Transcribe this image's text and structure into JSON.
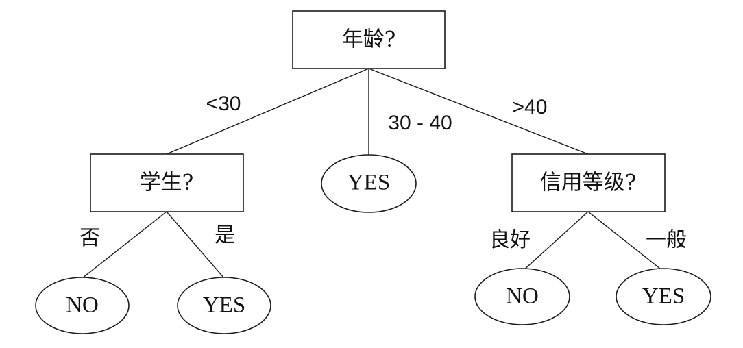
{
  "nodes": {
    "root": {
      "label": "年龄?"
    },
    "student": {
      "label": "学生?"
    },
    "credit": {
      "label": "信用等级?"
    },
    "leaf_middle": {
      "label": "YES"
    },
    "leaf_student_no": {
      "label": "NO"
    },
    "leaf_student_yes": {
      "label": "YES"
    },
    "leaf_credit_good": {
      "label": "NO"
    },
    "leaf_credit_fair": {
      "label": "YES"
    }
  },
  "edges": {
    "age_lt30": {
      "label": "<30"
    },
    "age_30_40": {
      "label": "30 - 40"
    },
    "age_gt40": {
      "label": ">40"
    },
    "student_no": {
      "label": "否"
    },
    "student_yes": {
      "label": "是"
    },
    "credit_good": {
      "label": "良好"
    },
    "credit_fair": {
      "label": "一般"
    }
  }
}
